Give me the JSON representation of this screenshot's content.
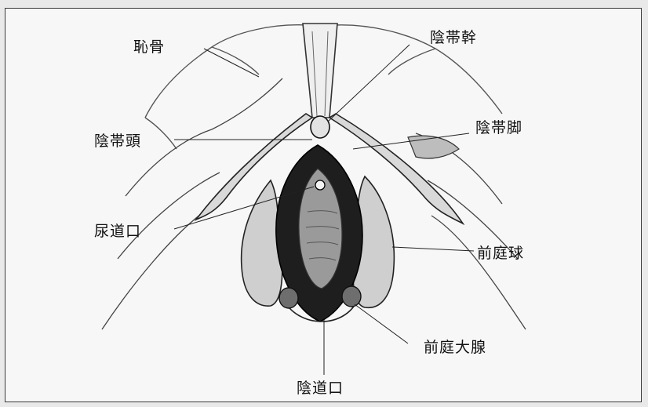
{
  "labels": {
    "pubic_bone": "恥骨",
    "clitoris_body": "陰帯幹",
    "clitoris_glans": "陰帯頭",
    "clitoris_crus": "陰帯脚",
    "urethral_opening": "尿道口",
    "vestibular_bulb": "前庭球",
    "bartholin_gland": "前庭大腺",
    "vaginal_opening": "陰道口"
  }
}
